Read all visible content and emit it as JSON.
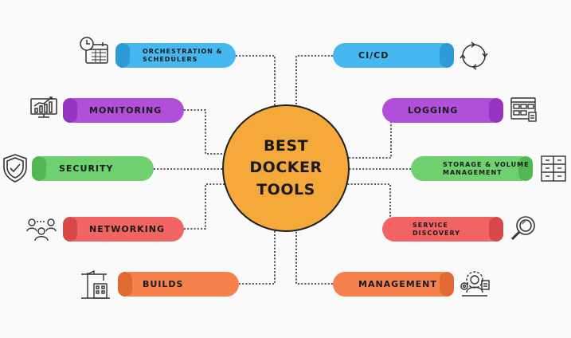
{
  "center": {
    "lines": [
      "BEST",
      "DOCKER",
      "TOOLS"
    ],
    "color": "#f6a93b"
  },
  "nodes": [
    {
      "key": "orchestration",
      "label": "ORCHESTRATION &\nSCHEDULERS",
      "color": "#45b8f0",
      "icon": "calendar-clock-icon"
    },
    {
      "key": "cicd",
      "label": "CI/CD",
      "color": "#45b8f0",
      "icon": "cycle-arrows-icon"
    },
    {
      "key": "monitoring",
      "label": "MONITORING",
      "color": "#b04fd9",
      "icon": "monitor-chart-icon"
    },
    {
      "key": "logging",
      "label": "LOGGING",
      "color": "#b04fd9",
      "icon": "log-window-icon"
    },
    {
      "key": "security",
      "label": "SECURITY",
      "color": "#6fd06f",
      "icon": "shield-check-icon"
    },
    {
      "key": "storage",
      "label": "STORAGE & VOLUME\nMANAGEMENT",
      "color": "#6fd06f",
      "icon": "cabinet-icon"
    },
    {
      "key": "networking",
      "label": "NETWORKING",
      "color": "#f26464",
      "icon": "people-network-icon"
    },
    {
      "key": "discovery",
      "label": "SERVICE\nDISCOVERY",
      "color": "#f26464",
      "icon": "magnifier-icon"
    },
    {
      "key": "builds",
      "label": "BUILDS",
      "color": "#f5824c",
      "icon": "crane-building-icon"
    },
    {
      "key": "management",
      "label": "MANAGEMENT",
      "color": "#f5824c",
      "icon": "gear-person-icon"
    }
  ],
  "colors": {
    "outline": "#1f1f1f",
    "connector": "#222222"
  }
}
